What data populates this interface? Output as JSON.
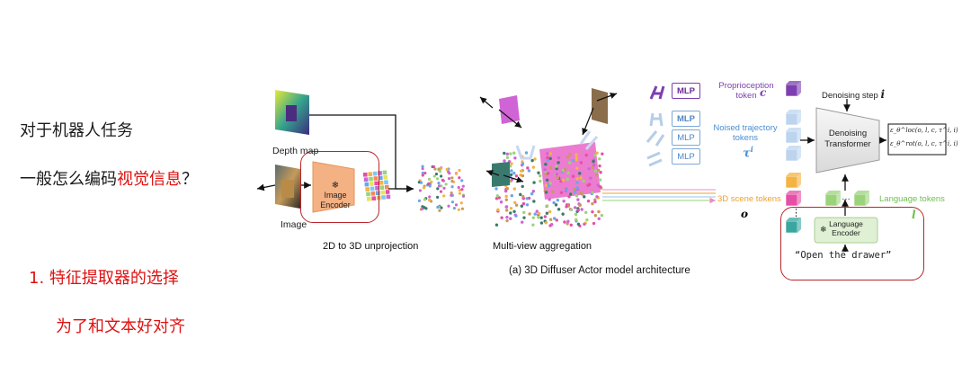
{
  "slide": {
    "question_line1": "对于机器人任务",
    "question_line2_prefix": "一般怎么编码",
    "question_line2_highlight": "视觉信息",
    "question_line2_suffix": "？",
    "point1": "1. 特征提取器的选择",
    "point1_sub": "为了和文本好对齐"
  },
  "figure": {
    "depth_map_label": "Depth map",
    "image_label": "Image",
    "image_encoder_label": "Image\nEncoder",
    "unprojection_caption": "2D to 3D unprojection",
    "aggregation_caption": "Multi-view aggregation",
    "architecture_caption": "(a) 3D Diffuser Actor model architecture",
    "proprioception_label": "Proprioception\ntoken",
    "proprioception_symbol": "c",
    "noised_trajectory_label": "Noised trajectory\ntokens",
    "noised_trajectory_symbol": "τ",
    "noised_trajectory_sup": "i",
    "scene_tokens_label": "3D scene tokens",
    "scene_symbol": "o",
    "language_tokens_label": "Language tokens",
    "language_symbol": "l",
    "denoising_step_label": "Denoising step",
    "denoising_step_symbol": "i",
    "denoising_transformer_label": "Denoising\nTransformer",
    "language_encoder_label": "Language\nEncoder",
    "instruction_text": "“Open the drawer”",
    "output_loc": "ε_θ^loc(o, l, c, τ^i, i)",
    "output_rot": "ε_θ^rot(o, l, c, τ^i, i)",
    "mlp_label": "MLP",
    "dots": "⋮",
    "hdots": "…"
  },
  "colors": {
    "highlight_red": "#e01010",
    "box_red": "#b8252b",
    "encoder_orange": "#f4b183",
    "token_blue": "#bcd4ee",
    "token_purple": "#7d3fb0",
    "token_orange": "#f5b341",
    "token_pink": "#e54fa6",
    "token_teal": "#3aa6a0",
    "token_green": "#9bd37b",
    "scene_arrow": "#e88ec0"
  }
}
